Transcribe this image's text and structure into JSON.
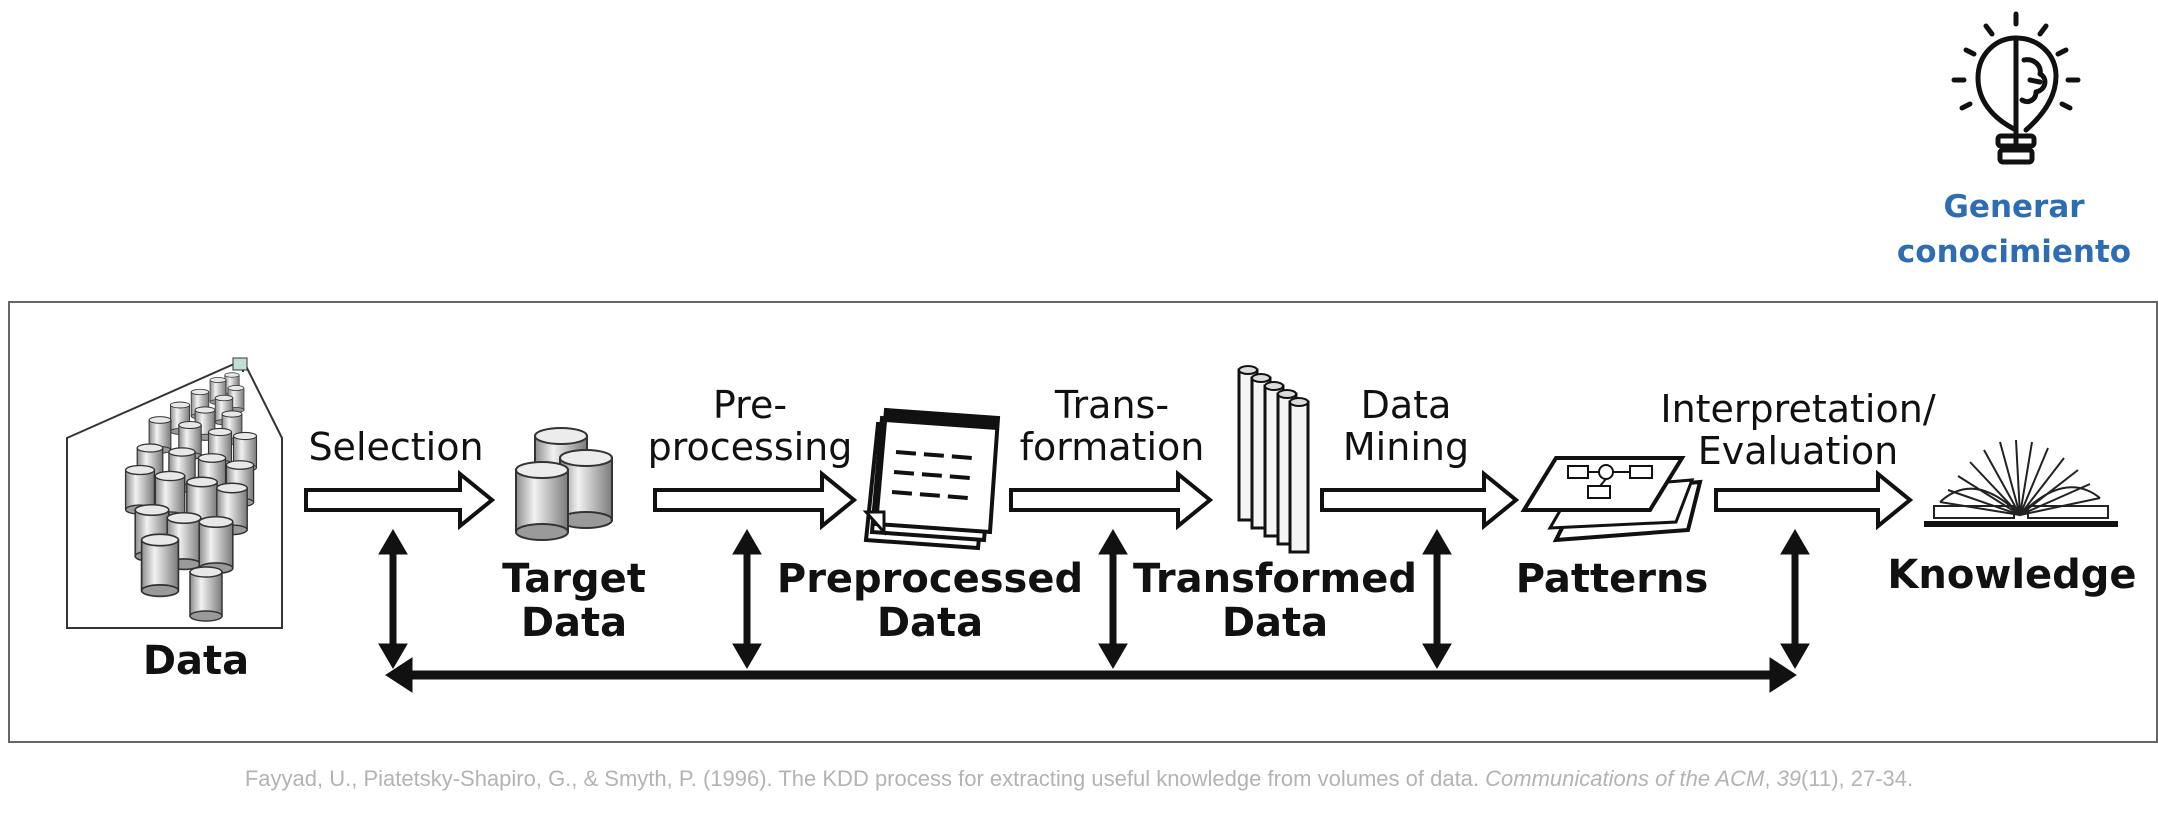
{
  "badge": {
    "icon": "lightbulb-brain-icon",
    "line1": "Generar",
    "line2": "conocimiento",
    "color": "#2e6db4"
  },
  "stages": {
    "data": "Data",
    "target_line1": "Target",
    "target_line2": "Data",
    "preprocessed_line1": "Preprocessed",
    "preprocessed_line2": "Data",
    "transformed_line1": "Transformed",
    "transformed_line2": "Data",
    "patterns": "Patterns",
    "knowledge": "Knowledge"
  },
  "steps": {
    "selection": "Selection",
    "preprocessing_line1": "Pre-",
    "preprocessing_line2": "processing",
    "transformation_line1": "Trans-",
    "transformation_line2": "formation",
    "mining_line1": "Data",
    "mining_line2": "Mining",
    "interpretation_line1": "Interpretation/",
    "interpretation_line2": "Evaluation"
  },
  "citation": {
    "authors": "Fayyad, U., Piatetsky-Shapiro, G., & Smyth, P. (1996). The KDD process for extracting useful knowledge from volumes of data. ",
    "journal": "Communications of the ACM",
    "sep": ", ",
    "volume": "39",
    "issue_pages": "(11), 27-34."
  }
}
